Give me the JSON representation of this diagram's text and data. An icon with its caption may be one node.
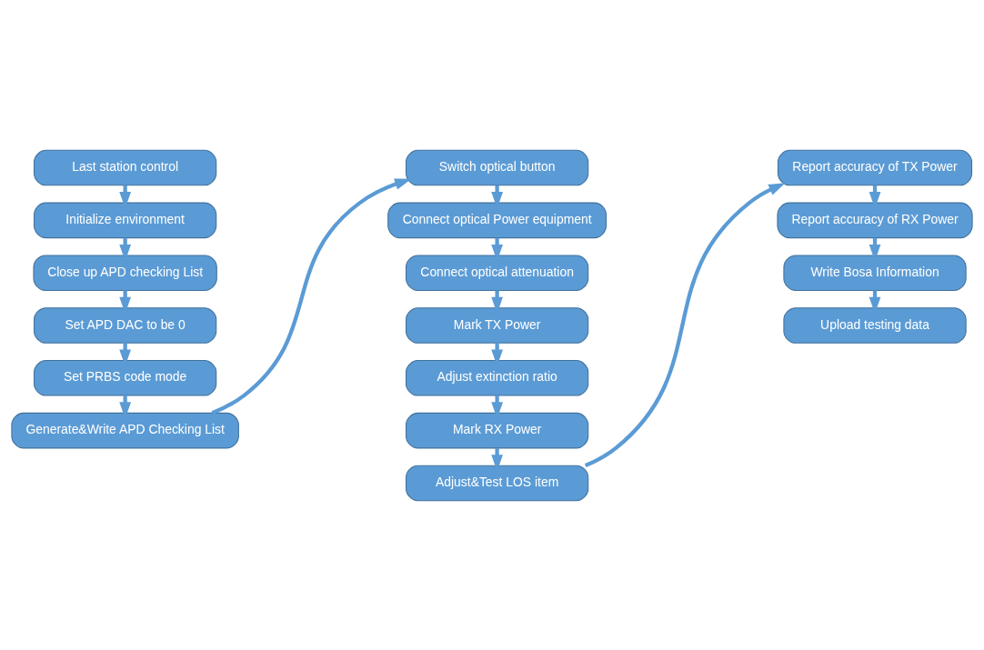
{
  "diagram": {
    "nodes": [
      {
        "text": [
          "Last station control"
        ]
      },
      {
        "text": [
          "Initialize environment"
        ]
      },
      {
        "text": [
          "Close up APD checking List"
        ]
      },
      {
        "text": [
          "Set APD DAC to be 0"
        ]
      },
      {
        "text": [
          "Set PRBS code mode"
        ]
      },
      {
        "text": [
          "Generate&Write APD Checking List"
        ]
      },
      {
        "text": [
          "Switch optical button"
        ]
      },
      {
        "text": [
          "Connect optical Power equipment"
        ]
      },
      {
        "text": [
          "Connect optical attenuation"
        ]
      },
      {
        "text": [
          "Mark TX Power"
        ]
      },
      {
        "text": [
          "Adjust extinction ratio"
        ]
      },
      {
        "text": [
          "Mark RX Power"
        ]
      },
      {
        "text": [
          "Adjust&Test LOS item"
        ]
      },
      {
        "text": [
          "Report accuracy of TX Power"
        ]
      },
      {
        "text": [
          "Report accuracy of RX Power"
        ]
      },
      {
        "text": [
          "Write Bosa Information"
        ]
      },
      {
        "text": [
          "Upload testing data"
        ]
      }
    ],
    "edges": [
      {
        "from": 0,
        "to": 1,
        "arrow": "to"
      },
      {
        "from": 1,
        "to": 2,
        "arrow": "to"
      },
      {
        "from": 2,
        "to": 3,
        "arrow": "to"
      },
      {
        "from": 3,
        "to": 4,
        "arrow": "to"
      },
      {
        "from": 4,
        "to": 5,
        "arrow": "to"
      },
      {
        "from": 5,
        "to": 6,
        "arrow": "to"
      },
      {
        "from": 6,
        "to": 7,
        "arrow": "to"
      },
      {
        "from": 7,
        "to": 8,
        "arrow": "to"
      },
      {
        "from": 8,
        "to": 9,
        "arrow": "to"
      },
      {
        "from": 9,
        "to": 10,
        "arrow": "to"
      },
      {
        "from": 10,
        "to": 11,
        "arrow": "to"
      },
      {
        "from": 11,
        "to": 12,
        "arrow": "to"
      },
      {
        "from": 12,
        "to": 13,
        "arrow": "to"
      },
      {
        "from": 13,
        "to": 14,
        "arrow": "to"
      },
      {
        "from": 14,
        "to": 15,
        "arrow": "to"
      },
      {
        "from": 15,
        "to": 16,
        "arrow": "to"
      }
    ]
  }
}
